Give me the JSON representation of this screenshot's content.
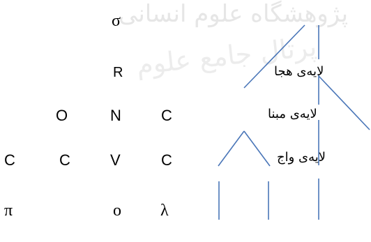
{
  "watermark": {
    "top": "پژوهشگاه علوم انسانی",
    "middle": "پرتال جامع علوم"
  },
  "rows": {
    "sigma": "σ",
    "rhyme": "R",
    "onc": [
      "O",
      "N",
      "C"
    ],
    "cvc": [
      "C",
      "C",
      "V",
      "C"
    ],
    "segments": [
      "π",
      "o",
      "λ"
    ]
  },
  "layers": {
    "syllable": "لایه‌ی هجا",
    "skeleton": "لایه‌ی مبنا",
    "phoneme": "لایه‌ی واج"
  },
  "colors": {
    "tree_lines": "#4a76b8"
  }
}
